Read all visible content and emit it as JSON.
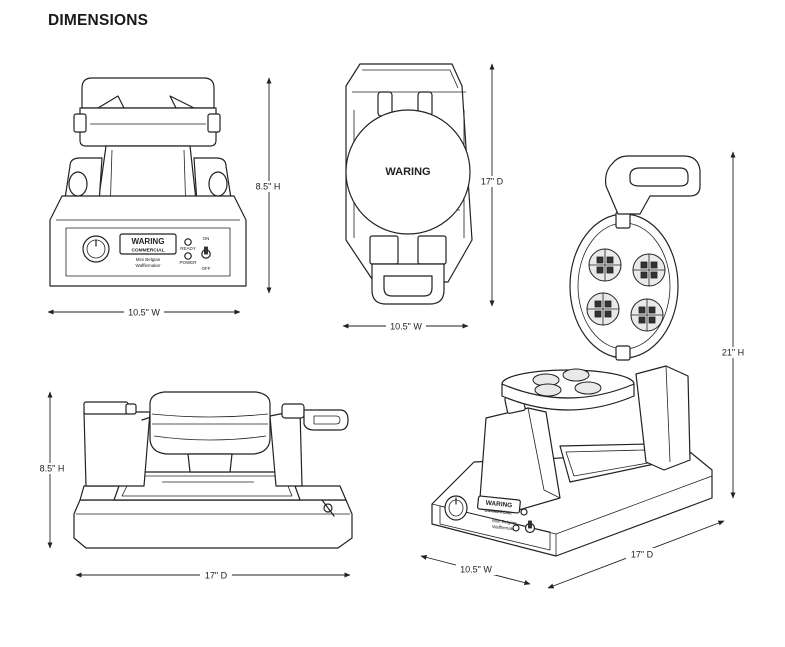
{
  "title": "DIMENSIONS",
  "views": {
    "front": {
      "height_label": "8.5\" H",
      "width_label": "10.5\" W"
    },
    "top": {
      "depth_label": "17\" D",
      "width_label": "10.5\" W"
    },
    "side": {
      "height_label": "8.5\" H",
      "depth_label": "17\" D"
    },
    "open": {
      "height_label": "21\" H",
      "width_label": "10.5\" W",
      "depth_label": "17\" D"
    }
  },
  "product": {
    "brand": "WARING",
    "sub_brand": "COMMERCIAL",
    "model_line1": "Mini Belgian",
    "model_line2": "Wafflemaker",
    "indicator_ready": "READY",
    "indicator_power": "POWER",
    "switch_on": "ON",
    "switch_off": "OFF"
  },
  "colors": {
    "line": "#222222",
    "background": "#ffffff"
  }
}
